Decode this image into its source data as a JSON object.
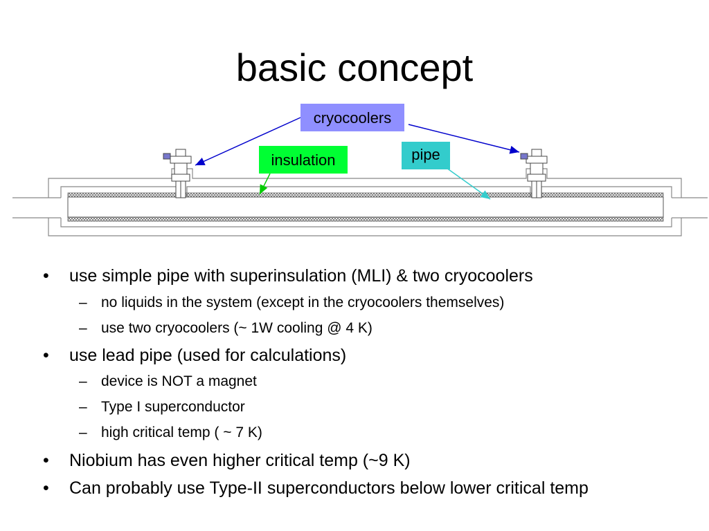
{
  "slide": {
    "title": "basic concept"
  },
  "diagram": {
    "labels": {
      "cryocoolers": "cryocoolers",
      "insulation": "insulation",
      "pipe": "pipe"
    },
    "colors": {
      "cryocoolers_box": "#8f8fff",
      "insulation_box": "#00ff33",
      "pipe_box": "#33cccc",
      "cryocoolers_arrow": "#0000cc",
      "insulation_arrow": "#00cc00",
      "pipe_arrow": "#33cccc"
    }
  },
  "bullets": [
    {
      "text": "use simple pipe with superinsulation (MLI) & two cryocoolers",
      "sub": [
        "no liquids in the system (except in the cryocoolers themselves)",
        "use two cryocoolers (~ 1W cooling @ 4 K)"
      ]
    },
    {
      "text": "use lead pipe (used for calculations)",
      "sub": [
        "device is NOT a magnet",
        "Type I superconductor",
        "high critical temp ( ~ 7 K)"
      ]
    },
    {
      "text": "Niobium has even higher critical temp (~9 K)",
      "sub": []
    },
    {
      "text": "Can probably use Type-II superconductors below lower critical temp",
      "sub": []
    }
  ]
}
